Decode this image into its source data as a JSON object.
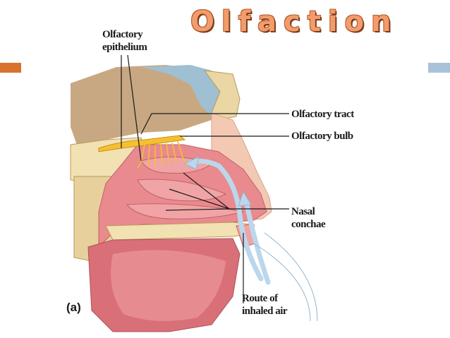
{
  "title": "Olfaction",
  "figure_label": "(a)",
  "labels": {
    "olfactory_epithelium": "Olfactory\nepithelium",
    "olfactory_tract": "Olfactory tract",
    "olfactory_bulb": "Olfactory bulb",
    "nasal_conchae": "Nasal\nconchae",
    "route_of_inhaled_air": "Route of\ninhaled air"
  },
  "colors": {
    "title": "#f39c6b",
    "left_bar": "#d9722e",
    "right_bar": "#a9c2d9",
    "tissue": "#e98a8e",
    "bone": "#f2e1b3",
    "brain": "#c8a882",
    "nerve": "#f5c030",
    "air_arrow": "#bcd7ec"
  }
}
